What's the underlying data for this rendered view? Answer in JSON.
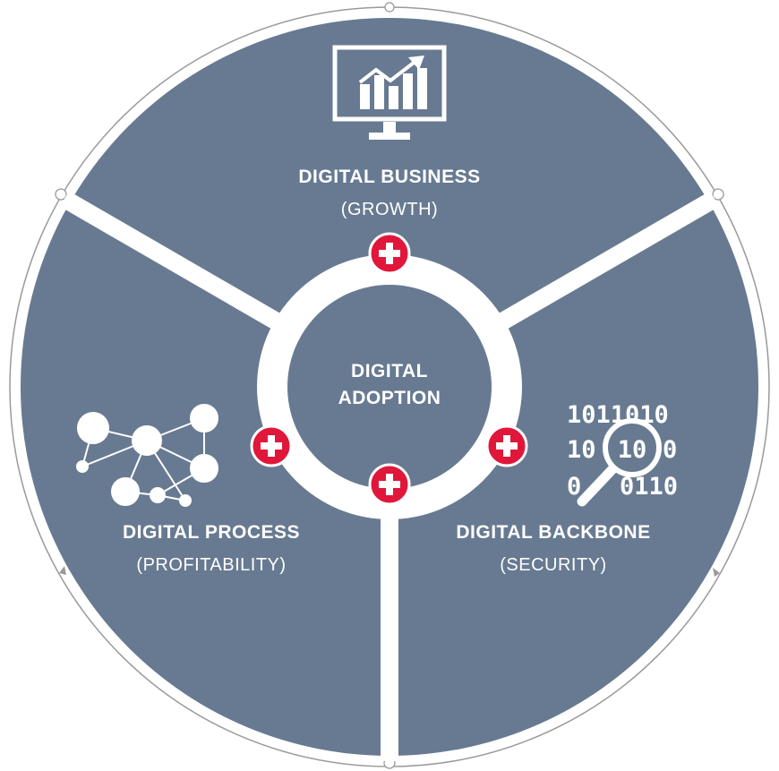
{
  "diagram": {
    "center": {
      "line1": "DIGITAL",
      "line2": "ADOPTION"
    },
    "segments": {
      "business": {
        "title": "DIGITAL BUSINESS",
        "subtitle": "(GROWTH)",
        "icon": "monitor-growth-chart-icon"
      },
      "process": {
        "title": "DIGITAL PROCESS",
        "subtitle": "(PROFITABILITY)",
        "icon": "network-nodes-icon"
      },
      "backbone": {
        "title": "DIGITAL BACKBONE",
        "subtitle": "(SECURITY)",
        "icon": "binary-magnifier-icon"
      }
    },
    "binary": {
      "row1": "1011010",
      "row2": "10",
      "row2b": "10",
      "row2c": "0",
      "row3": "0",
      "row3b": "0110"
    },
    "plus_symbol": "+",
    "colors": {
      "segment": "#677a91",
      "accent": "#e0173a",
      "ring": "#ffffff",
      "outline": "#9a9a9a"
    }
  }
}
